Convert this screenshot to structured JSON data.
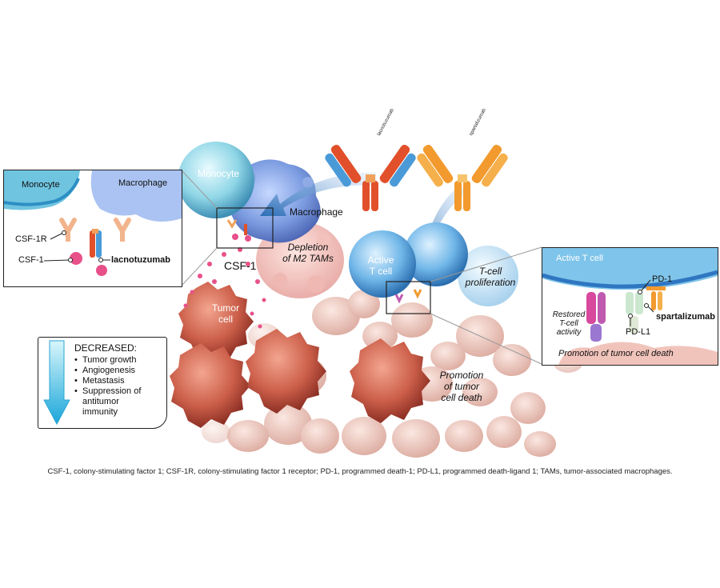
{
  "cells": {
    "monocyte": "Monocyte",
    "macrophage": "Macrophage",
    "active_t_cell": "Active\nT cell",
    "tumor_cell": "Tumor\ncell"
  },
  "labels": {
    "csf1": "CSF-1",
    "depletion": "Depletion\nof M2 TAMs",
    "t_cell_proliferation": "T-cell\nproliferation",
    "promotion": "Promotion\nof tumor\ncell death"
  },
  "antibodies": {
    "left_name": "lacnotuzumab",
    "right_name": "spartalizumab"
  },
  "left_inset": {
    "monocyte": "Monocyte",
    "macrophage": "Macrophage",
    "csf1r": "CSF-1R",
    "csf1": "CSF-1",
    "drug": "lacnotuzumab"
  },
  "right_inset": {
    "active_t_cell": "Active T cell",
    "pd1": "PD-1",
    "drug": "spartalizumab",
    "restored": "Restored\nT-cell\nactivity",
    "pdl1": "PD-L1",
    "promotion": "Promotion of tumor cell death"
  },
  "decreased": {
    "title": "DECREASED:",
    "items": [
      "Tumor growth",
      "Angiogenesis",
      "Metastasis",
      "Suppression of\nantitumor\nimmunity"
    ]
  },
  "footnote": "CSF-1, colony-stimulating factor 1; CSF-1R, colony-stimulating factor 1 receptor; PD-1, programmed death-1; PD-L1, programmed death-ligand 1; TAMs, tumor-associated macrophages.",
  "colors": {
    "monocyte": "#7fd0e0",
    "macrophage": "#7aa6e0",
    "tumor": "#c9604f",
    "dying_tumor": "#e6b3a8",
    "t_cell": "#5ba9e0",
    "arrow": "#2f6fb4",
    "lacnotuzumab_heavy": "#e1502a",
    "lacnotuzumab_light": "#4a9ad8",
    "spartalizumab": "#f29a2e",
    "csf1": "#e8508a"
  }
}
